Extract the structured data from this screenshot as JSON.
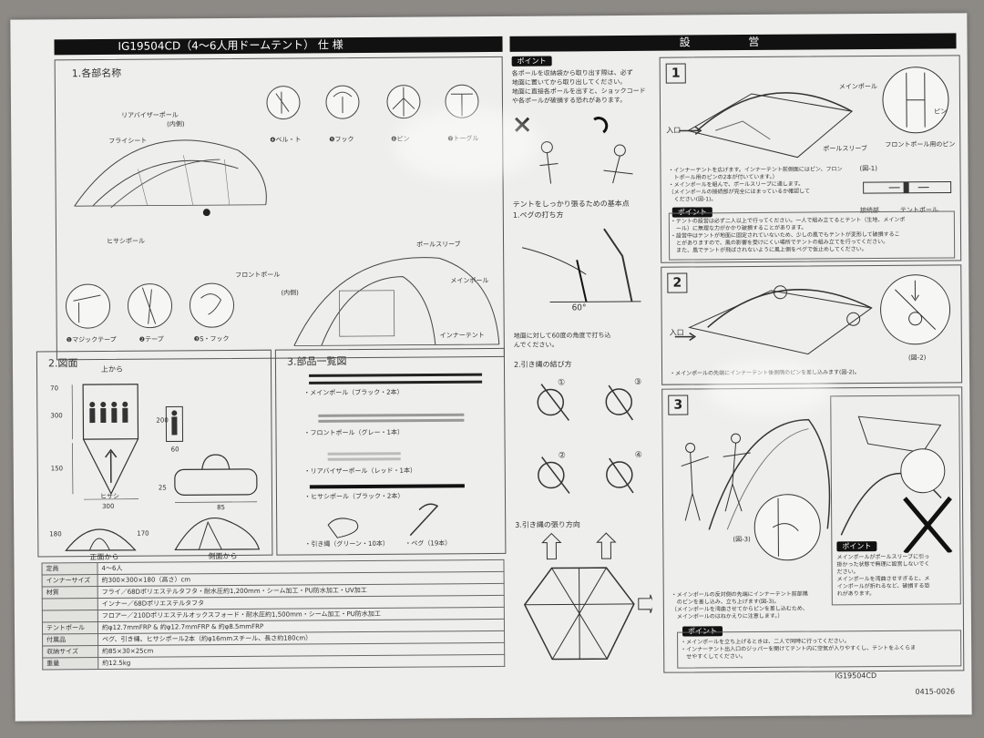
{
  "header": {
    "left_title": "IG19504CD（4〜6人用ドームテント） 仕 様",
    "right_title": "設 営"
  },
  "sec1": {
    "title": "1.各部名称",
    "labels": {
      "rear_pole": "リアバイザーポール",
      "inner": "(内側)",
      "fly": "フライシート",
      "visor": "ヒサシポール",
      "front_pole": "フロントポール",
      "sleeve": "ポールスリーブ",
      "main_pole": "メインポール",
      "inner_tent": "インナーテント",
      "inner2": "(内側)"
    },
    "parts": [
      {
        "n": "❶",
        "label": "マジックテープ"
      },
      {
        "n": "❷",
        "label": "テープ"
      },
      {
        "n": "❸",
        "label": "S・フック"
      },
      {
        "n": "❹",
        "label": "ベル・ト"
      },
      {
        "n": "❺",
        "label": "フック"
      },
      {
        "n": "❻",
        "label": "ピン"
      },
      {
        "n": "❼",
        "label": "トーグル"
      }
    ]
  },
  "sec2": {
    "title": "2.図面",
    "up": "上から",
    "front": "正面から",
    "side": "側面から",
    "hisashi": "ヒサシ",
    "d": {
      "a": "70",
      "b": "300",
      "c": "150",
      "w": "300",
      "h1": "200",
      "h2": "60",
      "h3": "180",
      "h4": "170",
      "bag_h": "25",
      "bag_w": "85"
    }
  },
  "sec3": {
    "title": "3.部品一覧図",
    "items": [
      "・メインポール（ブラック・2本）",
      "・フロントポール（グレー・1本）",
      "・リアバイザーポール（レッド・1本）",
      "・ヒサシポール（ブラック・2本）",
      "・引き縄（グリーン・10本）",
      "・ペグ（19本）"
    ]
  },
  "spec": [
    {
      "k": "定員",
      "v": "4〜6人"
    },
    {
      "k": "インナーサイズ",
      "v": "約300×300×180（高さ）cm"
    },
    {
      "k": "材質",
      "v": "フライ／68Dポリエステルタフタ・耐水圧約1,200mm・シーム加工・PU防水加工・UV加工"
    },
    {
      "k": "",
      "v": "インナー／68Dポリエステルタフタ"
    },
    {
      "k": "",
      "v": "フロアー／210Dポリエステルオックスフォード・耐水圧約1,500mm・シーム加工・PU防水加工"
    },
    {
      "k": "テントポール",
      "v": "約φ12.7mmFRP & 約φ12.7mmFRP & 約φ8.5mmFRP"
    },
    {
      "k": "付属品",
      "v": "ペグ、引き縄、ヒサシポール2本（約φ16mmスチール、長さ約180cm）"
    },
    {
      "k": "収納サイズ",
      "v": "約85×30×25cm"
    },
    {
      "k": "重量",
      "v": "約12.5kg"
    }
  ],
  "mid": {
    "point_tag": "ポイント",
    "point_text": [
      "各ポールを収納袋から取り出す際は、必ず",
      "地面に置いてから取り出してください。",
      "地面に直接各ポールを出すと、ショックコード",
      "や各ポールが破損する恐れがあります。"
    ],
    "peg_title": "テントをしっかり張るための基本点",
    "peg_sub": "1.ペグの打ち方",
    "angle": "60°",
    "peg_text": [
      "地面に対して60度の角度で打ち込",
      "んでください。"
    ],
    "knot_title": "2.引き縄の結び方",
    "knots": [
      "①",
      "②",
      "③",
      "④"
    ],
    "rope_title": "3.引き縄の張り方向"
  },
  "step1": {
    "n": "1",
    "entrance": "入口",
    "main_pole": "メインポール",
    "pin": "ピン",
    "sleeve": "ポールスリーブ",
    "front_pin": "フロントポール用のピン",
    "fig": "(図-1)",
    "joint": "接続部",
    "tent_pole": "テントポール",
    "text": [
      "・インナーテントを広げます。インナーテント前側面にはピン、フロン",
      "　トポール用のピンの2本が付いています。）",
      "・メインポールを組んで、ポールスリーブに通します。",
      "（メインポールの接続部が完全にはまっているか確認して",
      "　ください(図-1)。"
    ],
    "point_tag": "ポイント",
    "point": [
      "・テントの設営は必ず二人以上で行ってください。一人で組み立てるとテント（生地、メインポ",
      "　ール）に無理な力がかかり破損することがあります。",
      "・設営中はテントが地面に固定されていないため、少しの風でもテントが変形して破損するこ",
      "　とがありますので、風の影響を受けにくい場所でテントの組み立てを行ってください。",
      "　また、風でテントが飛ばされないように風上側をペグで仮止めしてください。"
    ]
  },
  "step2": {
    "n": "2",
    "entrance": "入口",
    "fig": "(図-2)",
    "text": "・メインポールの先端にインナーテント後側隅のピンを差し込みます(図-2)。"
  },
  "step3": {
    "n": "3",
    "fig": "(図-3)",
    "warn": [
      "メインポールがポールスリーブに引っ",
      "掛かった状態で無理に設営しないでく",
      "ださい。",
      "メインポールを湾曲させすぎると、メ",
      "インポールが折れるなど、破損する恐",
      "れがあります。"
    ],
    "warn_tag": "ポイント",
    "text": [
      "・メインポールの反対側の先端にインナーテント前部隅",
      "　のピンを差し込み、立ち上げます(図-3)。",
      "（メインポールを湾曲させてからピンを差し込むため、",
      "　メインポールのはねかえりに注意します。）"
    ],
    "point_tag": "ポイント",
    "point": [
      "・メインポールを立ち上げるときは、二人で同時に行ってください。",
      "・インナーテント出入口のジッパーを開けてテント内に空気が入りやすくし、テントをふくらま",
      "　せやすくしてください。"
    ]
  },
  "footer": {
    "model": "IG19504CD",
    "code": "0415-0026"
  }
}
